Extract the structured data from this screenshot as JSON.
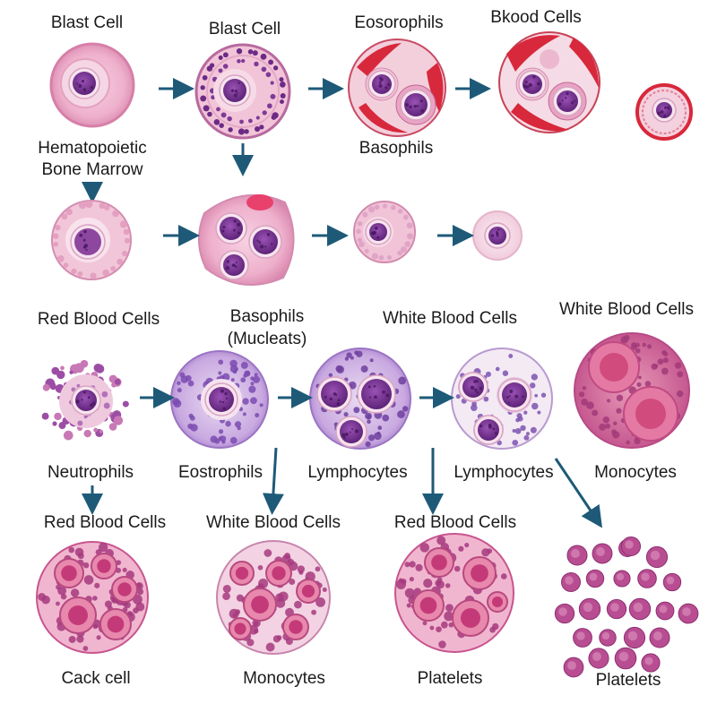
{
  "labels": {
    "l1": "Blast Cell",
    "l2": "Blast Cell",
    "l3": "Eosorophils",
    "l4": "Bkood Cells",
    "l5": "Hematopoietic",
    "l6": "Bone Marrow",
    "l7": "Basophils",
    "l8": "Red Blood Cells",
    "l9": "Basophils",
    "l10": "(Mucleats)",
    "l11": "White Blood Cells",
    "l12": "White Blood Cells",
    "l13": "Neutrophils",
    "l14": "Eostrophils",
    "l15": "Lymphocytes",
    "l16": "Lymphocytes",
    "l17": "Monocytes",
    "l18": "Red Blood Cells",
    "l19": "White Blood Cells",
    "l20": "Red Blood Cells",
    "l21": "Cack cell",
    "l22": "Monocytes",
    "l23": "Platelets",
    "l24": "Platelets"
  },
  "colors": {
    "arrow": "#1e5a78",
    "cell_pink": "#f2b8cf",
    "cell_rim": "#d987ad",
    "nucleus": "#7d3a9a",
    "nucleus_dark": "#5b2378",
    "rbc_red": "#d8283b",
    "lavender": "#c8a8e0",
    "magenta": "#c04a8f"
  }
}
